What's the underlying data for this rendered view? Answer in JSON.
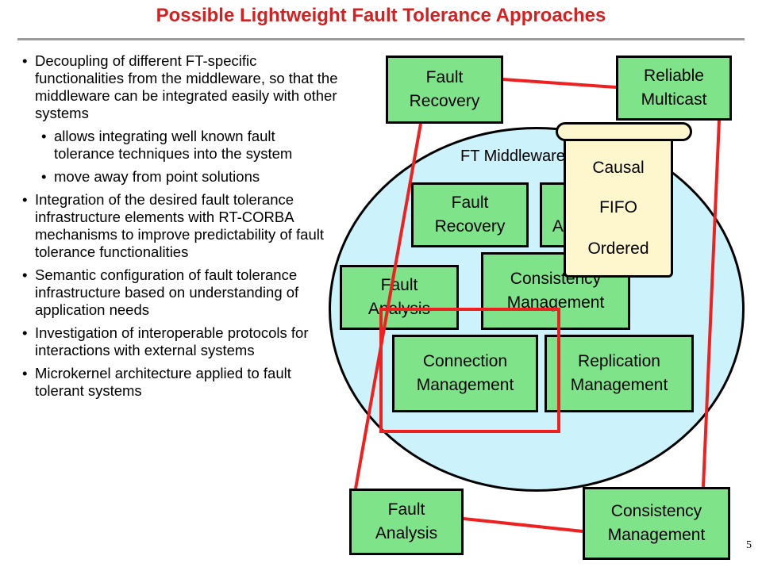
{
  "slide": {
    "title": "Possible Lightweight Fault Tolerance Approaches",
    "page_number": "5"
  },
  "bullets": [
    {
      "level": 1,
      "text": "Decoupling of different FT-specific functionalities from the middleware, so that the middleware can be integrated easily with other systems"
    },
    {
      "level": 2,
      "text": "allows integrating well known fault tolerance techniques into the system"
    },
    {
      "level": 2,
      "text": "move away from point solutions"
    },
    {
      "level": 1,
      "text": "Integration of the desired fault tolerance infrastructure elements with RT-CORBA mechanisms to improve predictability of fault tolerance functionalities"
    },
    {
      "level": 1,
      "text": "Semantic configuration of fault tolerance infrastructure based on understanding of application needs"
    },
    {
      "level": 1,
      "text": "Investigation of interoperable protocols for interactions with external systems"
    },
    {
      "level": 1,
      "text": "Microkernel architecture applied to fault tolerant systems"
    }
  ],
  "diagram": {
    "middleware_label": "FT Middleware",
    "outer": {
      "fault_recovery": [
        "Fault",
        "Recovery"
      ],
      "reliable_multicast": [
        "Reliable",
        "Multicast"
      ],
      "fault_analysis": [
        "Fault",
        "Analysis"
      ],
      "consistency_management": [
        "Consistency",
        "Management"
      ]
    },
    "inner": {
      "fault_recovery": [
        "Fault",
        "Recovery"
      ],
      "fault_analysis": [
        "Fault",
        "Analysis"
      ],
      "consistency_management": [
        "Consistency",
        "Management"
      ],
      "connection_management": [
        "Connection",
        "Management"
      ],
      "replication_management": [
        "Replication",
        "Management"
      ]
    },
    "scroll_items": [
      "Causal",
      "FIFO",
      "Ordered"
    ]
  },
  "colors": {
    "title": "#d42020",
    "box_fill": "#7fe38a",
    "ellipse_fill": "#ccf2fc",
    "connector": "#ee2020",
    "scroll_fill": "#fef6cd"
  }
}
